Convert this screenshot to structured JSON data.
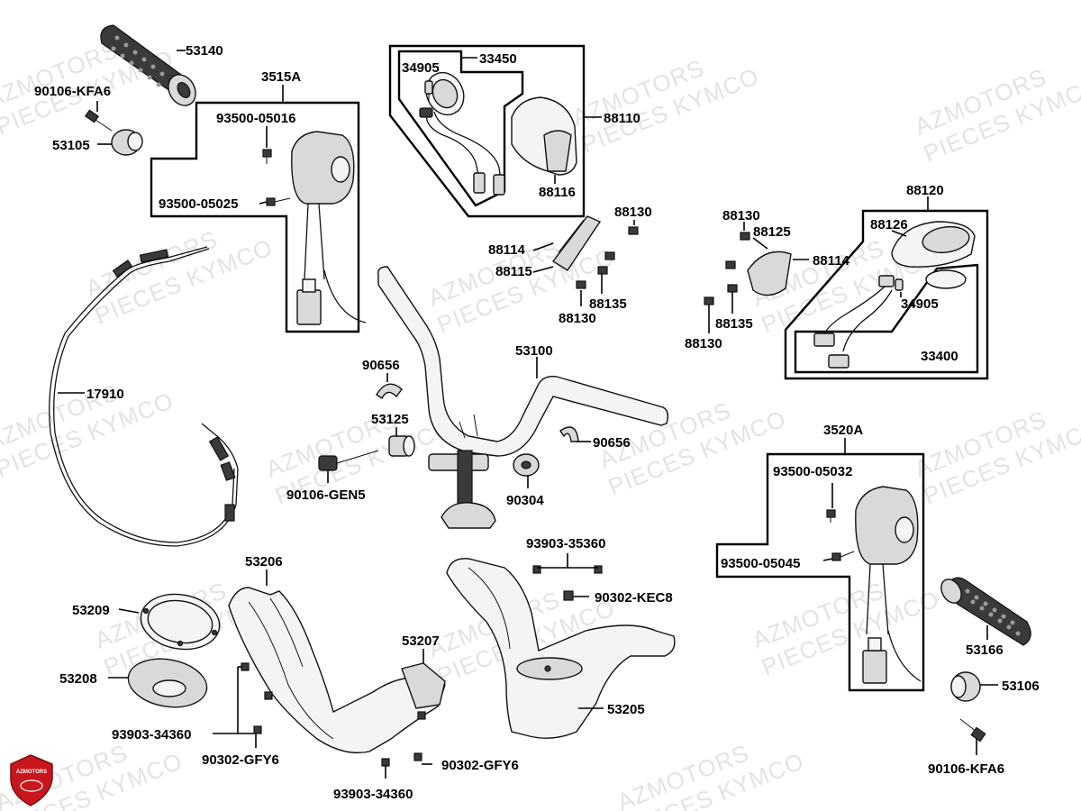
{
  "watermarks": [
    "AZMOTORS",
    "PIECES KYMCO"
  ],
  "logo_text": "AZMOTORS",
  "labels": {
    "p53140": "53140",
    "p90106_kfa6_left": "90106-KFA6",
    "p53105": "53105",
    "p3515A": "3515A",
    "p93500_05016": "93500-05016",
    "p93500_05025": "93500-05025",
    "p17910": "17910",
    "p34905_top": "34905",
    "p33450": "33450",
    "p88110": "88110",
    "p88116": "88116",
    "p88130_a": "88130",
    "p88114_a": "88114",
    "p88115": "88115",
    "p88135_a": "88135",
    "p88130_b": "88130",
    "p88130_c": "88130",
    "p88125": "88125",
    "p88114_b": "88114",
    "p88135_b": "88135",
    "p88130_d": "88130",
    "p88120": "88120",
    "p88126": "88126",
    "p34905_right": "34905",
    "p33400": "33400",
    "p90656_a": "90656",
    "p53125": "53125",
    "p53100": "53100",
    "p90656_b": "90656",
    "p90106_gen5": "90106-GEN5",
    "p90304": "90304",
    "p3520A": "3520A",
    "p93500_05032": "93500-05032",
    "p93500_05045": "93500-05045",
    "p53166": "53166",
    "p53106": "53106",
    "p90106_kfa6_right": "90106-KFA6",
    "p53206": "53206",
    "p53209": "53209",
    "p53208": "53208",
    "p93903_34360_a": "93903-34360",
    "p90302_gfy6_a": "90302-GFY6",
    "p53207": "53207",
    "p93903_34360_b": "93903-34360",
    "p90302_gfy6_b": "90302-GFY6",
    "p93903_35360": "93903-35360",
    "p90302_kec8": "90302-KEC8",
    "p53205": "53205"
  }
}
